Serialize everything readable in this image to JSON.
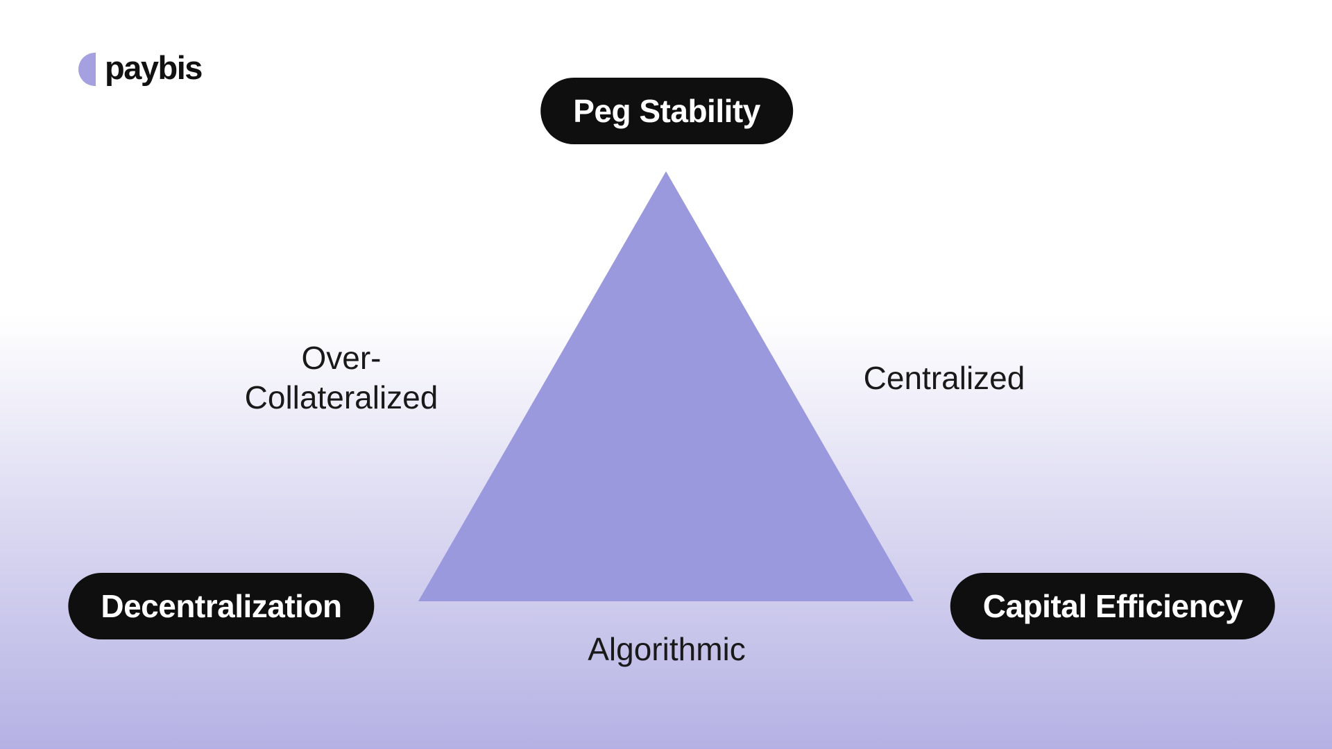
{
  "brand": {
    "logo_text": "paybis"
  },
  "diagram": {
    "vertices": [
      {
        "id": "top",
        "label": "Peg Stability"
      },
      {
        "id": "bottom_left",
        "label": "Decentralization"
      },
      {
        "id": "bottom_right",
        "label": "Capital Efficiency"
      }
    ],
    "edges": [
      {
        "id": "left",
        "label": "Over-Collateralized",
        "lines": [
          "Over-",
          "Collateralized"
        ]
      },
      {
        "id": "right",
        "label": "Centralized"
      },
      {
        "id": "bottom",
        "label": "Algorithmic"
      }
    ]
  },
  "colors": {
    "background_top": "#ffffff",
    "background_mid": "#dddbf2",
    "background_bottom": "#b5b1e4",
    "triangle_fill": "#9b99de",
    "pill_background": "#0f0f0f",
    "pill_text": "#ffffff",
    "edge_label_text": "#191919",
    "logo_mark": "#a5a0e0",
    "logo_text": "#111111"
  }
}
